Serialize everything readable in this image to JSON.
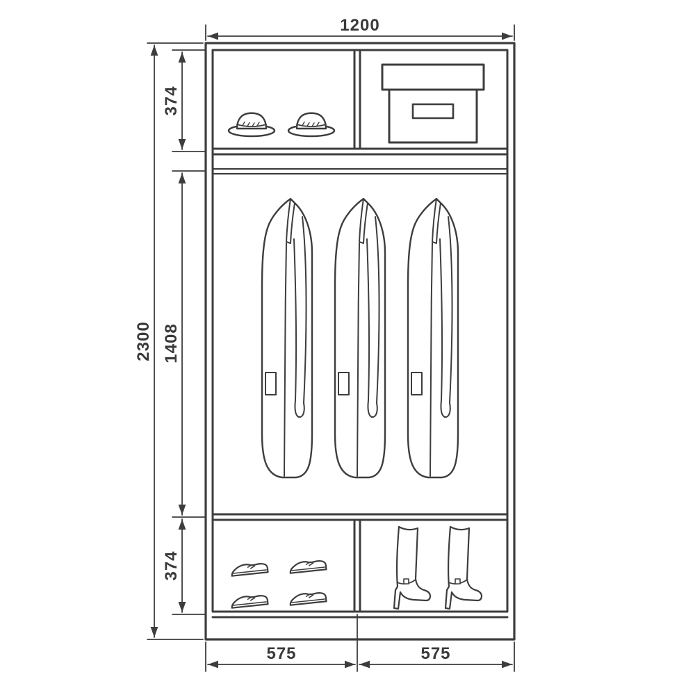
{
  "colors": {
    "line": "#3d3d3d",
    "background": "#ffffff"
  },
  "dims": {
    "total_width": "1200",
    "total_height": "2300",
    "top_section_height": "374",
    "hanging_section_height": "1408",
    "bottom_section_height": "374",
    "left_bay_width": "575",
    "right_bay_width": "575"
  },
  "icons": {
    "top_left_compartment": "hat-icon",
    "top_left_count": 2,
    "top_right_compartment": "storage-box-icon",
    "top_right_count": 1,
    "middle_compartment": "coat-icon",
    "middle_count": 3,
    "bottom_left_compartment": "shoe-icon",
    "bottom_left_count": 4,
    "bottom_right_compartment": "boot-icon",
    "bottom_right_count": 2
  }
}
